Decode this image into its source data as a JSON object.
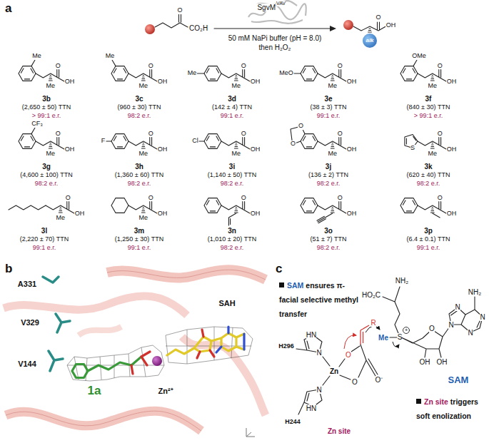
{
  "diagram": {
    "nodes": [
      {
        "text": [
          "alk"
        ]
      }
    ],
    "labels": [
      "a",
      "O",
      "CO₂H",
      "SgvM",
      "VAV",
      "50 mM NaPi buffer (pH = 8.0)",
      "then H₂O₂",
      "O",
      "OH",
      "Me",
      "O",
      "OH",
      "Me",
      "3b",
      "(2,650 ± 50) TTN",
      "> 99:1 e.r.",
      "Me",
      "O",
      "OH",
      "Me",
      "3c",
      "(960 ± 30) TTN",
      "98:2 e.r.",
      "Me",
      "O",
      "OH",
      "Me",
      "3d",
      "(142 ± 4) TTN",
      "99:1 e.r.",
      "MeO",
      "O",
      "OH",
      "Me",
      "3e",
      "(38 ± 3) TTN",
      "99:1 e.r.",
      "OMe",
      "O",
      "OH",
      "Me",
      "3f",
      "(840 ± 30) TTN",
      "> 99:1 e.r.",
      "CF₃",
      "O",
      "OH",
      "Me",
      "3g",
      "(4,600 ± 100) TTN",
      "98:2 e.r.",
      "F",
      "O",
      "OH",
      "Me",
      "3h",
      "(1,360 ± 60) TTN",
      "98:2 e.r.",
      "Cl",
      "O",
      "OH",
      "Me",
      "3i",
      "(1,140 ± 50) TTN",
      "98:2 e.r.",
      "O",
      "O",
      "O",
      "OH",
      "Me",
      "3j",
      "(136 ± 2) TTN",
      "98:2 e.r.",
      "S",
      "O",
      "OH",
      "Me",
      "3k",
      "(620 ± 40) TTN",
      "98:2 e.r.",
      "O",
      "OH",
      "Me",
      "3l",
      "(2,220 ± 70) TTN",
      "99:1 e.r.",
      "O",
      "OH",
      "Me",
      "3m",
      "(1,250 ± 30) TTN",
      "99:1 e.r.",
      "O",
      "OH",
      "3n",
      "(1,010 ± 20) TTN",
      "98:2 e.r.",
      "O",
      "OH",
      "3o",
      "(51 ± 7) TTN",
      "98:2 e.r.",
      "O",
      "OH",
      "3p",
      "(6.4 ± 0.1) TTN",
      "99:1 e.r.",
      "b",
      "A331",
      "V329",
      "V144",
      "1a",
      "SAH",
      "Zn²⁺",
      "c",
      "SAM",
      "ensures π-facial selective methyl transfer",
      "H296",
      "N",
      "HN",
      "H244",
      "N",
      "HN",
      "Zn",
      "O",
      "R",
      "O",
      "O⁻",
      "Zn site",
      "Me",
      "S",
      "+",
      "NH₂",
      "HO₂C",
      "O",
      "OH",
      "OH",
      "N",
      "N",
      "N",
      "N",
      "NH₂",
      "SAM",
      "Zn site",
      "triggers soft enolization"
    ]
  }
}
